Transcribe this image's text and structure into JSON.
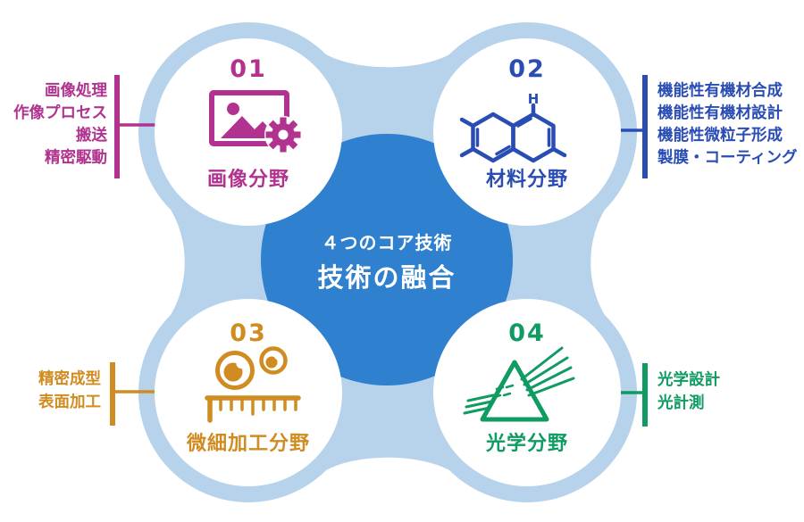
{
  "diagram": {
    "center": {
      "subtitle": "４つのコア技術",
      "title": "技術の融合"
    },
    "fields": [
      {
        "number": "01",
        "label": "画像分野",
        "icon": "image-gear-icon",
        "color": "#b1338f",
        "items": [
          "画像処理",
          "作像プロセス",
          "搬送",
          "精密駆動"
        ]
      },
      {
        "number": "02",
        "label": "材料分野",
        "icon": "molecule-icon",
        "color": "#2a4db4",
        "items": [
          "機能性有機材合成",
          "機能性有機材設計",
          "機能性微粒子形成",
          "製膜・コーティング"
        ]
      },
      {
        "number": "03",
        "label": "微細加工分野",
        "icon": "particles-ruler-icon",
        "color": "#d08c20",
        "items": [
          "精密成型",
          "表面加工"
        ]
      },
      {
        "number": "04",
        "label": "光学分野",
        "icon": "prism-icon",
        "color": "#0f9b62",
        "items": [
          "光学設計",
          "光計測"
        ]
      }
    ],
    "colors": {
      "clover": "#b7d3ec",
      "center_blob": "#2f80cf",
      "background": "#ffffff",
      "center_text": "#ffffff"
    }
  }
}
